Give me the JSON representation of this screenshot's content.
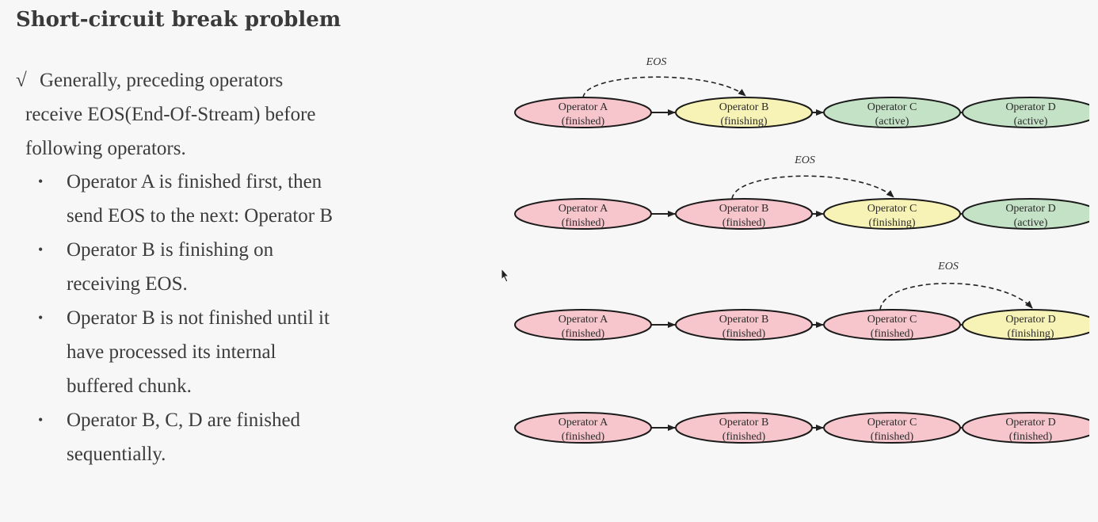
{
  "title": "Short-circuit break problem",
  "intro": {
    "checkmark": "√",
    "line1": "Generally, preceding operators",
    "line2": "receive EOS(End-Of-Stream) before",
    "line3": "following operators."
  },
  "bullets": [
    {
      "marker": "•",
      "lines": [
        "Operator A is finished first, then",
        "send EOS to the next: Operator B"
      ]
    },
    {
      "marker": "•",
      "lines": [
        "Operator B is finishing on",
        "receiving EOS."
      ]
    },
    {
      "marker": "•",
      "lines": [
        "Operator B is not finished until it",
        "have processed its internal",
        "buffered chunk."
      ]
    },
    {
      "marker": "•",
      "lines": [
        "Operator B, C, D are finished",
        "sequentially."
      ]
    }
  ],
  "diagram": {
    "eos_label": "EOS",
    "status_colors": {
      "finished": "#f6c6cc",
      "finishing": "#f7f3b6",
      "active": "#c4e2c6"
    },
    "rows": [
      {
        "eos_from": 0,
        "nodes": [
          {
            "name": "Operator A",
            "status": "(finished)"
          },
          {
            "name": "Operator B",
            "status": "(finishing)"
          },
          {
            "name": "Operator C",
            "status": "(active)"
          },
          {
            "name": "Operator D",
            "status": "(active)"
          }
        ]
      },
      {
        "eos_from": 1,
        "nodes": [
          {
            "name": "Operator A",
            "status": "(finished)"
          },
          {
            "name": "Operator B",
            "status": "(finished)"
          },
          {
            "name": "Operator C",
            "status": "(finishing)"
          },
          {
            "name": "Operator D",
            "status": "(active)"
          }
        ]
      },
      {
        "eos_from": 2,
        "nodes": [
          {
            "name": "Operator A",
            "status": "(finished)"
          },
          {
            "name": "Operator B",
            "status": "(finished)"
          },
          {
            "name": "Operator C",
            "status": "(finished)"
          },
          {
            "name": "Operator D",
            "status": "(finishing)"
          }
        ]
      },
      {
        "eos_from": null,
        "nodes": [
          {
            "name": "Operator A",
            "status": "(finished)"
          },
          {
            "name": "Operator B",
            "status": "(finished)"
          },
          {
            "name": "Operator C",
            "status": "(finished)"
          },
          {
            "name": "Operator D",
            "status": "(finished)"
          }
        ]
      }
    ]
  }
}
